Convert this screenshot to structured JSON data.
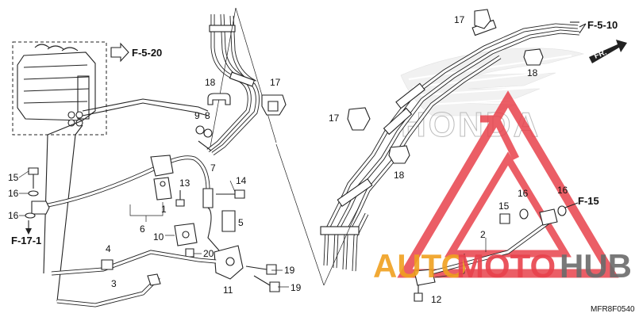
{
  "diagram_code": "MFR8F0540",
  "references": {
    "top_left": "F-5-20",
    "top_right": "F-5-10",
    "left": "F-17-1",
    "right": "F-15",
    "direction": "FR."
  },
  "callouts": {
    "c1": "1",
    "c2": "2",
    "c3": "3",
    "c4": "4",
    "c5": "5",
    "c6": "6",
    "c7": "7",
    "c8": "8",
    "c9": "9",
    "c10": "10",
    "c11": "11",
    "c12": "12",
    "c13": "13",
    "c14": "14",
    "c15a": "15",
    "c15b": "15",
    "c16a": "16",
    "c16b": "16",
    "c16c": "16",
    "c16d": "16",
    "c17a": "17",
    "c17b": "17",
    "c17c": "17",
    "c18a": "18",
    "c18b": "18",
    "c18c": "18",
    "c19a": "19",
    "c19b": "19",
    "c20": "20"
  },
  "background_brand": "HONDA",
  "watermark": {
    "part1": "AUTO",
    "part2": "MOTO",
    "part3": "HUB",
    "color_red": "#e8424c",
    "color_orange": "#f0a020",
    "color_gray": "#6b6b6b"
  }
}
